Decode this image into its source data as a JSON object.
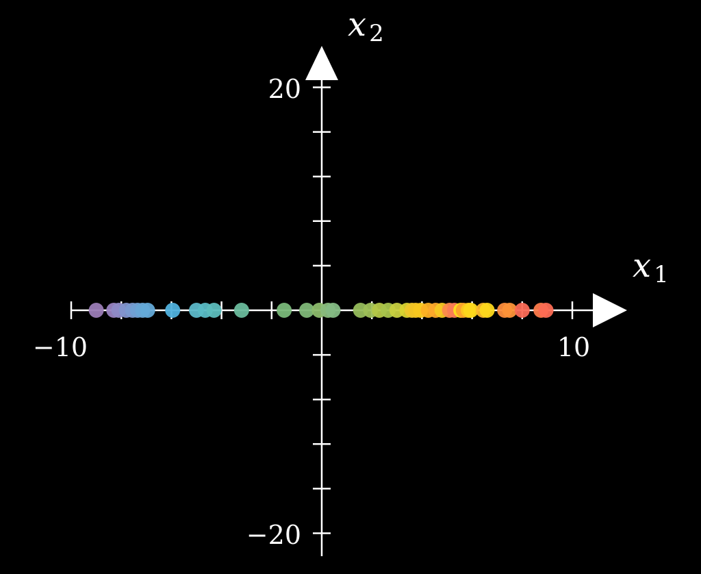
{
  "chart_data": {
    "type": "scatter",
    "background": "#000000",
    "axis_color": "#ffffff",
    "grid": false,
    "xlabel": {
      "base": "x",
      "sub": "1"
    },
    "ylabel": {
      "base": "x",
      "sub": "2"
    },
    "xlim": [
      -10,
      10
    ],
    "ylim": [
      -20,
      20
    ],
    "x_ticks": [
      -10,
      -8,
      -6,
      -4,
      -2,
      0,
      2,
      4,
      6,
      8,
      10
    ],
    "y_ticks": [
      -20,
      -16,
      -12,
      -8,
      -4,
      0,
      4,
      8,
      12,
      16,
      20
    ],
    "x_tick_labels": [
      {
        "value": -10,
        "text": "−10"
      },
      {
        "value": 10,
        "text": "10"
      }
    ],
    "y_tick_labels": [
      {
        "value": 20,
        "text": "20"
      },
      {
        "value": -20,
        "text": "−20"
      }
    ],
    "points": [
      {
        "x": -9.0,
        "y": 0,
        "color": "#9b7cb6"
      },
      {
        "x": -8.3,
        "y": 0,
        "color": "#9882c0"
      },
      {
        "x": -8.1,
        "y": 0,
        "color": "#8e8ac6"
      },
      {
        "x": -7.8,
        "y": 0,
        "color": "#8294cc"
      },
      {
        "x": -7.55,
        "y": 0,
        "color": "#7a9ad0"
      },
      {
        "x": -7.35,
        "y": 0,
        "color": "#70a0d4"
      },
      {
        "x": -7.15,
        "y": 0,
        "color": "#68a6d6"
      },
      {
        "x": -6.95,
        "y": 0,
        "color": "#64aad8"
      },
      {
        "x": -5.95,
        "y": 0,
        "color": "#4fb0dc"
      },
      {
        "x": -5.0,
        "y": 0,
        "color": "#5cb8c9"
      },
      {
        "x": -4.65,
        "y": 0,
        "color": "#5abac4"
      },
      {
        "x": -4.3,
        "y": 0,
        "color": "#5cbcbc"
      },
      {
        "x": -3.2,
        "y": 0,
        "color": "#6aba9c"
      },
      {
        "x": -1.5,
        "y": 0,
        "color": "#79b879"
      },
      {
        "x": -0.6,
        "y": 0,
        "color": "#80b878"
      },
      {
        "x": -0.1,
        "y": 0,
        "color": "#8cba6c"
      },
      {
        "x": 0.25,
        "y": 0,
        "color": "#88ba7c"
      },
      {
        "x": 0.45,
        "y": 0,
        "color": "#84ba84"
      },
      {
        "x": 1.55,
        "y": 0,
        "color": "#96bc5c"
      },
      {
        "x": 1.95,
        "y": 0,
        "color": "#9ec058"
      },
      {
        "x": 2.3,
        "y": 0,
        "color": "#b4c848"
      },
      {
        "x": 2.65,
        "y": 0,
        "color": "#a8c44c"
      },
      {
        "x": 3.0,
        "y": 0,
        "color": "#c8d040"
      },
      {
        "x": 3.4,
        "y": 0,
        "color": "#d8d230"
      },
      {
        "x": 3.6,
        "y": 0,
        "color": "#ecc62c"
      },
      {
        "x": 3.75,
        "y": 0,
        "color": "#f2c424"
      },
      {
        "x": 3.95,
        "y": 0,
        "color": "#f8c820"
      },
      {
        "x": 4.25,
        "y": 0,
        "color": "#fcb024"
      },
      {
        "x": 4.55,
        "y": 0,
        "color": "#fca82c"
      },
      {
        "x": 4.8,
        "y": 0,
        "color": "#f6c822"
      },
      {
        "x": 5.1,
        "y": 0,
        "color": "#fc8a4c"
      },
      {
        "x": 5.3,
        "y": 0,
        "color": "#fa7c56"
      },
      {
        "x": 5.55,
        "y": 0,
        "color": "#fce01c"
      },
      {
        "x": 5.65,
        "y": 0,
        "color": "#fca02c"
      },
      {
        "x": 5.85,
        "y": 0,
        "color": "#fcc820"
      },
      {
        "x": 5.95,
        "y": 0,
        "color": "#fcd81c"
      },
      {
        "x": 6.45,
        "y": 0,
        "color": "#fcb82c"
      },
      {
        "x": 6.6,
        "y": 0,
        "color": "#fcd81c"
      },
      {
        "x": 7.3,
        "y": 0,
        "color": "#fc8c3c"
      },
      {
        "x": 7.5,
        "y": 0,
        "color": "#fc9238"
      },
      {
        "x": 8.0,
        "y": 0,
        "color": "#fa6a56"
      },
      {
        "x": 8.75,
        "y": 0,
        "color": "#fc7a4a"
      },
      {
        "x": 8.95,
        "y": 0,
        "color": "#fc6c54"
      }
    ]
  }
}
